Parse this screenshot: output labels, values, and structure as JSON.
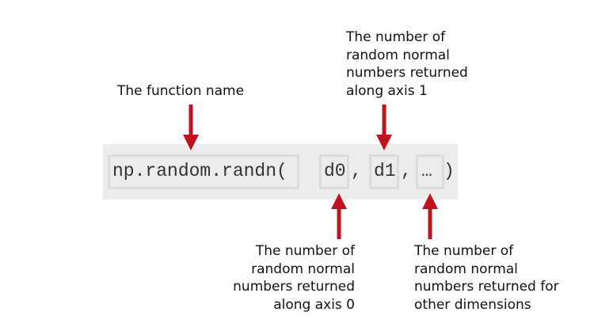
{
  "code": {
    "function_name": "np.random.randn(",
    "arg_d0": "d0",
    "sep1": ",",
    "arg_d1": "d1",
    "sep2": ",",
    "arg_rest": "…",
    "close_paren": ")"
  },
  "labels": {
    "function_name": [
      "The function name"
    ],
    "d0": [
      "The number of",
      "random normal",
      "numbers returned",
      "along axis 0"
    ],
    "d1": [
      "The number of",
      "random normal",
      "numbers returned",
      "along axis 1"
    ],
    "rest": [
      "The number of",
      "random normal",
      "numbers returned for",
      "other dimensions"
    ]
  },
  "colors": {
    "arrow": "#c0121f",
    "band": "#ececec",
    "box_border": "#dcdcdc",
    "text": "#111111",
    "code_text": "#333333"
  }
}
